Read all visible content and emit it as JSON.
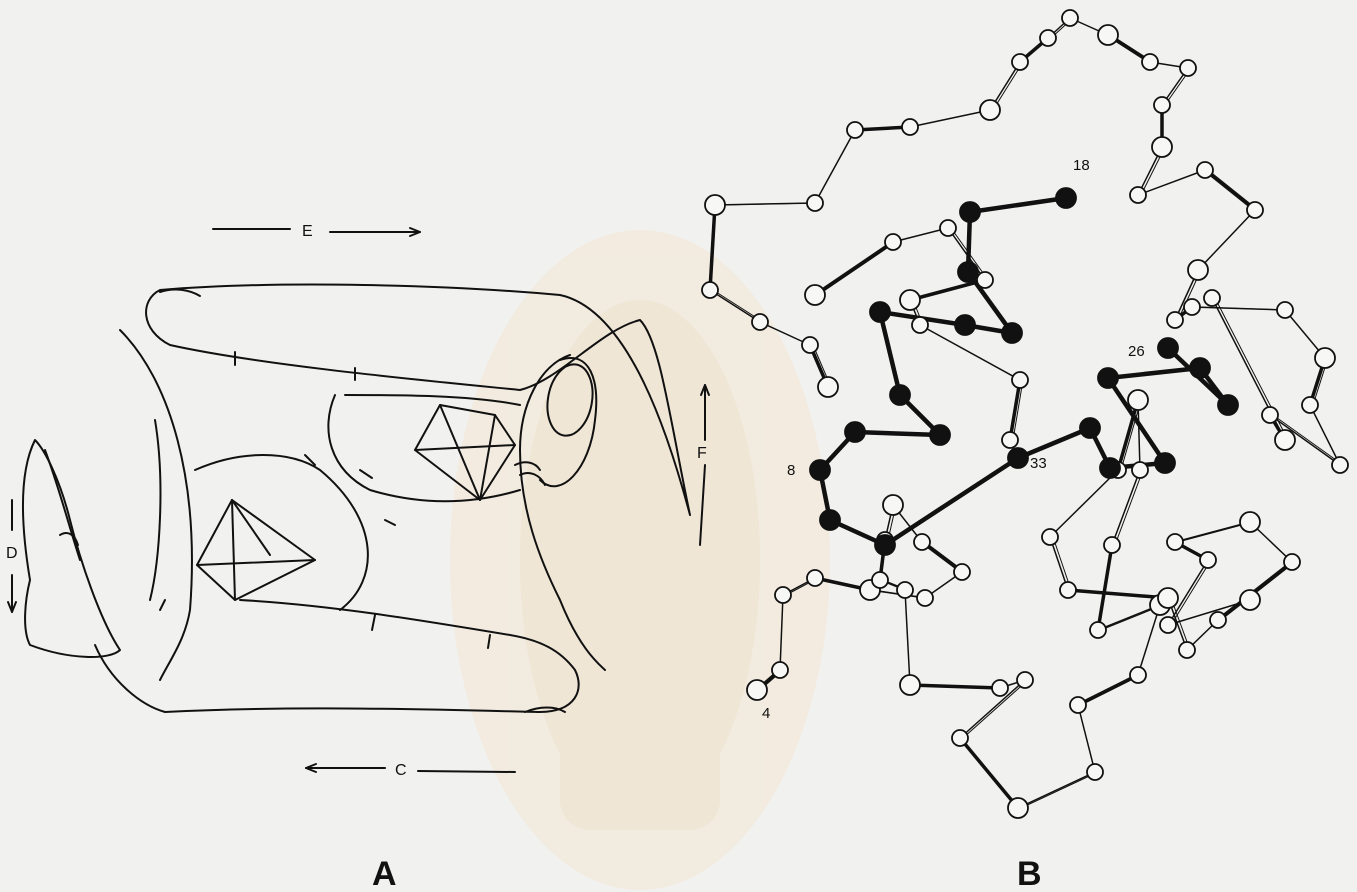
{
  "panels": {
    "a": {
      "label": "A"
    },
    "b": {
      "label": "B"
    }
  },
  "panel_a": {
    "arrow_labels": {
      "top": "E",
      "right": "F",
      "left": "D",
      "bottom": "C"
    }
  },
  "panel_b": {
    "residue_labels": {
      "n4": "4",
      "n8": "8",
      "n18": "18",
      "n26": "26",
      "n33": "33"
    }
  },
  "colors": {
    "ink": "#111111",
    "paper": "#f1f1ef",
    "watermark": "#e9c89a"
  }
}
